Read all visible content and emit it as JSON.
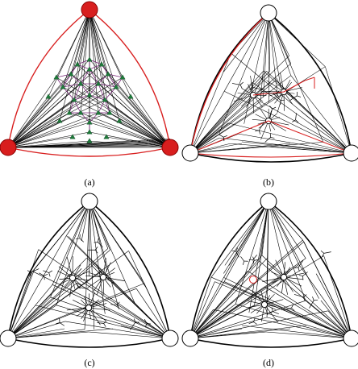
{
  "figure": {
    "panels": [
      {
        "id": "a",
        "caption": "(a)",
        "variant": "a"
      },
      {
        "id": "b",
        "caption": "(b)",
        "variant": "b"
      },
      {
        "id": "c",
        "caption": "(c)",
        "variant": "c"
      },
      {
        "id": "d",
        "caption": "(d)",
        "variant": "d"
      }
    ],
    "colors": {
      "line": "#000000",
      "red": "#d81e1e",
      "purple": "#7a2a7a",
      "green": "#1e7a3a",
      "node_fill": "#ffffff"
    }
  }
}
